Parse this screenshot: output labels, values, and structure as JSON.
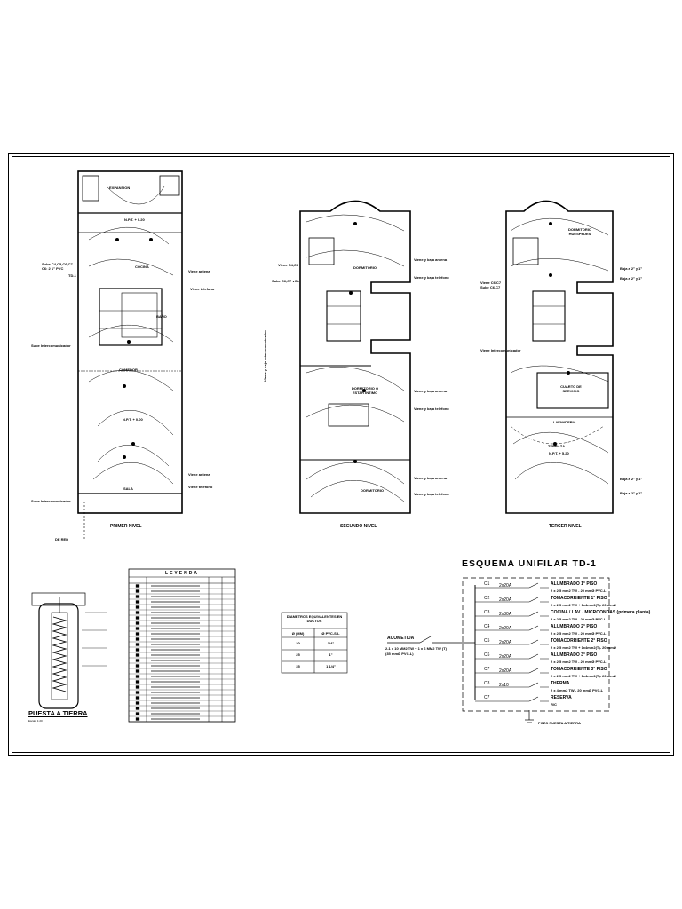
{
  "plans": {
    "first_level": {
      "title": "PRIMER NIVEL",
      "rooms": [
        "EXPANSION",
        "COCINA",
        "BAÑO",
        "COMEDOR",
        "SALA"
      ],
      "notes": [
        "Sube C4,C5,C6,C7",
        "C6: 2 1\" PVC",
        "TD-1",
        "Viene antena",
        "Viene telefono",
        "Sube Intercomunicador",
        "Viene antena",
        "Viene telefono",
        "Sube Intercomunicador",
        "DE RED"
      ],
      "levels": [
        "N.P.T. + 0.20",
        "N.P.T. + 0.00"
      ]
    },
    "second_level": {
      "title": "SEGUNDO NIVEL",
      "rooms": [
        "DORMITORIO",
        "DORMITORIO O ESTAR INTIMO",
        "DORMITORIO"
      ],
      "notes": [
        "Viene C4,C5",
        "Sube C6,C7 vCk",
        "Viene y baja antena",
        "Viene y baja telefono",
        "Viene y baja antena",
        "Viene y baja telefono",
        "Viene y baja antena",
        "Viene y baja telefono",
        "Viene y baja intercomunicador"
      ]
    },
    "third_level": {
      "title": "TERCER NIVEL",
      "rooms": [
        "DORMITORIO HUESPEDES",
        "CUARTO DE SERVICIO",
        "LAVANDERIA",
        "TERRAZA"
      ],
      "notes": [
        "Baja a 2° y 1°",
        "Baja a 2° y 1°",
        "Viene C6,C7",
        "Sube C6,C7",
        "Viene Intercomunicador",
        "Baja a 2° y 1°",
        "Baja a 2° y 1°"
      ],
      "levels": [
        "N.P.T. + 5.20"
      ]
    }
  },
  "legend": {
    "title": "LEYENDA",
    "rows": 26
  },
  "grounding": {
    "title": "PUESTA A TIERRA",
    "subtitle": "Escala 1:20"
  },
  "duct_table": {
    "title": "DIAMETROS EQUIVALENTES EN DUCTOS",
    "headers": [
      "Ø (MM)",
      "Ø PVC-S-L"
    ],
    "rows": [
      [
        "20",
        "3/4\""
      ],
      [
        "25",
        "1\""
      ],
      [
        "35",
        "1 1/4\""
      ]
    ]
  },
  "schema": {
    "title": "ESQUEMA  UNIFILAR  TD-1",
    "acometida": "ACOMETIDA",
    "acometida_cable": "2-1 x 10 MM2 TW + 1 x 6 MM2 TW (T)",
    "acometida_duct": "(35 mmØ PVC-L)",
    "ground": "POZO PUESTA A TIERRA",
    "circuits": [
      {
        "id": "C1",
        "breaker": "2x20A",
        "name": "ALUMBRADO  1° PISO",
        "cable": "2 x 2.5 mm2 TW - 20 mmØ PVC-L"
      },
      {
        "id": "C2",
        "breaker": "2x20A",
        "name": "TOMACORRIENTE  1° PISO",
        "cable": "2 x 2.5 mm2 TW + 1x4mm2(T)- 20 mmØ"
      },
      {
        "id": "C3",
        "breaker": "2x30A",
        "name": "COCINA / LAV. / MICROONDAS (primera planta)",
        "cable": "2 x 2.5 mm2 TW - 20 mmØ PVC-L"
      },
      {
        "id": "C4",
        "breaker": "2x20A",
        "name": "ALUMBRADO 2° PISO",
        "cable": "2 x 2.5 mm2 TW - 20 mmØ PVC-L"
      },
      {
        "id": "C5",
        "breaker": "2x20A",
        "name": "TOMACORRIENTE  2° PISO",
        "cable": "2 x 2.5 mm2 TW + 1x4mm2(T)- 20 mmØ"
      },
      {
        "id": "C6",
        "breaker": "2x20A",
        "name": "ALUMBRADO  3° PISO",
        "cable": "2 x 2.5 mm2 TW - 20 mmØ PVC-L"
      },
      {
        "id": "C7",
        "breaker": "2x20A",
        "name": "TOMACORRIENTE  3° PISO",
        "cable": "2 x 2.5 mm2 TW + 1x4mm2(T)- 20 mmØ"
      },
      {
        "id": "C8",
        "breaker": "2x10",
        "name": "THERMA",
        "cable": "2 x 4 mm2 TW - 20 mmØ PVC-L"
      },
      {
        "id": "C7",
        "breaker": "",
        "name": "RESERVA",
        "cable": "R/C"
      }
    ]
  }
}
